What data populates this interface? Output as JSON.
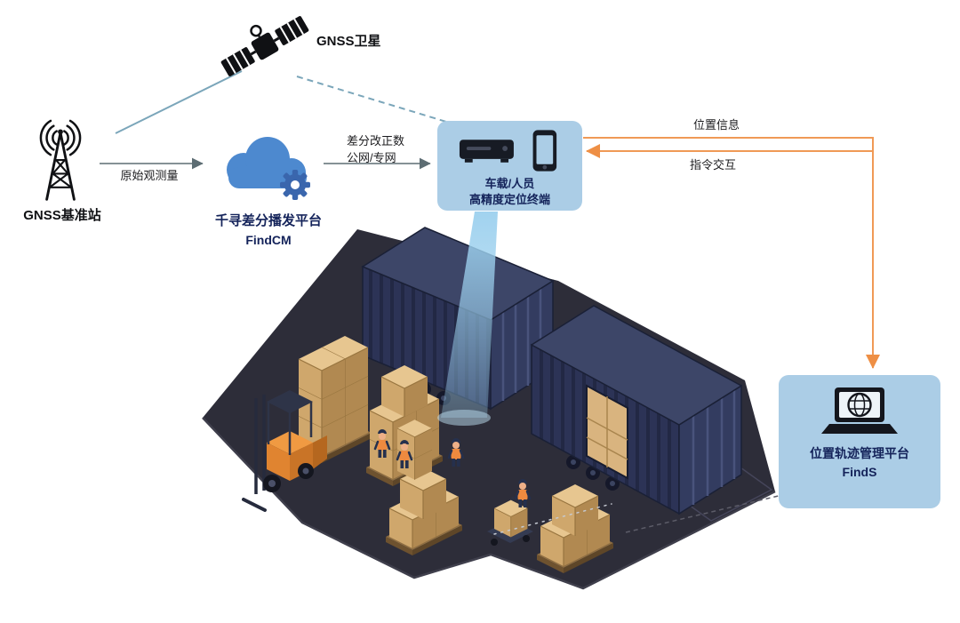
{
  "nodes": {
    "satellite": {
      "label": "GNSS卫星"
    },
    "base_station": {
      "label": "GNSS基准站"
    },
    "cloud": {
      "title": "千寻差分播发平台",
      "subtitle": "FindCM"
    },
    "terminal": {
      "line1": "车载/人员",
      "line2": "高精度定位终端"
    },
    "platform": {
      "title": "位置轨迹管理平台",
      "subtitle": "FindS"
    }
  },
  "edges": {
    "raw_observation": {
      "label": "原始观测量"
    },
    "correction": {
      "line1": "差分改正数",
      "line2": "公网/专网"
    },
    "position_info": {
      "label": "位置信息"
    },
    "command_exchange": {
      "label": "指令交互"
    }
  },
  "icons": {
    "satellite": "satellite-icon",
    "base_station": "antenna-tower-icon",
    "cloud": "cloud-gear-icon",
    "terminal": "receiver-and-phone-icons",
    "platform": "laptop-globe-icon",
    "scene": "warehouse-container-yard-illustration"
  },
  "colors": {
    "teal_link": "#7ba6ba",
    "gray_arrow": "#5d6d73",
    "orange_arrow": "#f09a56",
    "node_box_blue": "#abcde6",
    "navy_text": "#14235a",
    "cloud_blue": "#4d89cf",
    "gear_blue": "#3a66ad",
    "container_navy": "#2c3356",
    "ground_dark": "#2d2d39",
    "crate_tan": "#e7c690",
    "beam_blue": "#9cd0ee",
    "forklift_orange": "#f09a42"
  }
}
